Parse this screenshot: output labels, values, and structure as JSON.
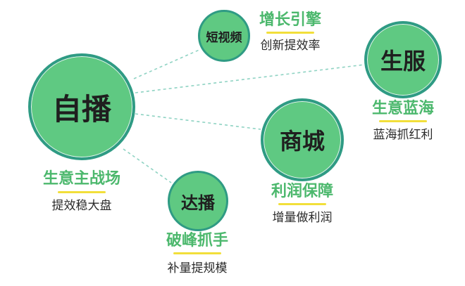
{
  "colors": {
    "circle_fill": "#5fc982",
    "circle_border": "#2f9b84",
    "title_green": "#4cb86d",
    "underline_yellow": "#f2df3a",
    "link_dash": "#8fd3c3"
  },
  "nodes": {
    "zibo": {
      "label": "自播",
      "title": "生意主战场",
      "subtitle": "提效稳大盘"
    },
    "duanshipin": {
      "label": "短视频",
      "title": "增长引擎",
      "subtitle": "创新提效率"
    },
    "shengfu": {
      "label": "生服",
      "title": "生意蓝海",
      "subtitle": "蓝海抓红利"
    },
    "shangcheng": {
      "label": "商城",
      "title": "利润保障",
      "subtitle": "增量做利润"
    },
    "dabo": {
      "label": "达播",
      "title": "破峰抓手",
      "subtitle": "补量提规模"
    }
  }
}
